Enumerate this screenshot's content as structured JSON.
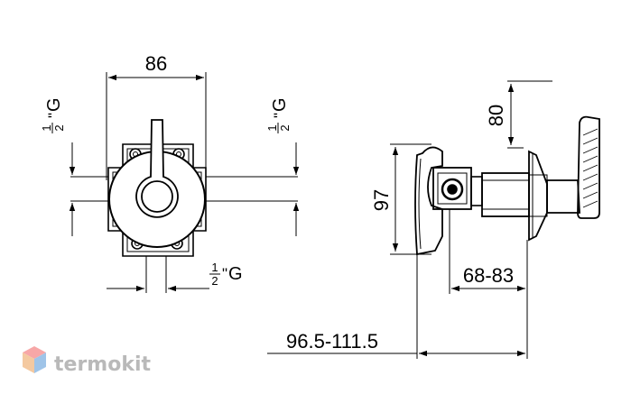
{
  "dimensions": {
    "width_top": "86",
    "thread_left": "G",
    "thread_right": "G",
    "thread_bottom": "G",
    "fraction_num": "1",
    "fraction_den": "2",
    "inch_mark": "\"",
    "height": "97",
    "lever": "80",
    "depth_range": "68-83",
    "total_range": "96.5-111.5"
  },
  "watermark": {
    "brand": "termokit",
    "logo_colors": [
      "#f7a7a7",
      "#f4c9a0",
      "#9fc4e8"
    ]
  },
  "colors": {
    "line": "#000000",
    "watermark_text": "#b9b9b9"
  }
}
